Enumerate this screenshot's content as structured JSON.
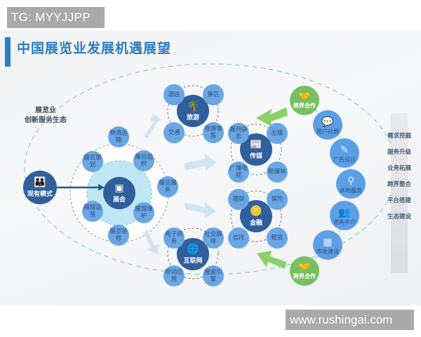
{
  "watermark_top": "TG: MYYJJPP",
  "watermark_bottom": "www.rushingai.com",
  "slide": {
    "title": "中国展览业发展机遇展望",
    "eco_label_line1": "展览业",
    "eco_label_line2": "创新服务生态",
    "colors": {
      "accent": "#2a7fc0",
      "hub": "#2f5f9c",
      "satellite": "#6aa6e3",
      "right": "#5b9fe6",
      "green": "#79bf62"
    },
    "origin": {
      "label": "现有模式",
      "icon": "people-icon"
    },
    "core": {
      "label": "展会",
      "icon": "exhibition-icon",
      "satellites": [
        "物流运输",
        "展览组织",
        "展览服务",
        "展馆维护",
        "展览装修",
        "展馆运营",
        "展览策划"
      ]
    },
    "hubs": [
      {
        "id": "tourism",
        "label": "旅游",
        "icon": "palm-tree-icon",
        "satellites": [
          "酒店",
          "景区",
          "交通",
          "旅游零售"
        ]
      },
      {
        "id": "media",
        "label": "传媒",
        "icon": "newspaper-icon",
        "satellites": [
          "报刊杂志",
          "出版",
          "广播电视",
          "新媒体"
        ]
      },
      {
        "id": "finance",
        "label": "金融",
        "icon": "coins-icon",
        "satellites": [
          "理财",
          "保险",
          "信托",
          "租赁"
        ]
      },
      {
        "id": "internet",
        "label": "互联网",
        "icon": "globe-icon",
        "satellites": [
          "电子商务",
          "社交媒体",
          "移动应用",
          "搜索引擎"
        ]
      }
    ],
    "right_arc": {
      "top_green": {
        "label": "跨界合作",
        "icon": "handshake-icon"
      },
      "items": [
        {
          "label": "用户社群",
          "icon": "chat-icon"
        },
        {
          "label": "广告设计",
          "icon": "edit-doc-icon"
        },
        {
          "label": "本地服务",
          "icon": "location-pin-icon"
        },
        {
          "label": "咨询中介",
          "icon": "consult-icon"
        },
        {
          "label": "市政建设",
          "icon": "building-icon"
        }
      ],
      "bottom_green": {
        "label": "跨界合作",
        "icon": "handshake-icon"
      }
    },
    "side_steps": [
      "需求挖掘",
      "服务升级",
      "业务拓展",
      "跨界整合",
      "平台搭建",
      "生态建设"
    ]
  }
}
